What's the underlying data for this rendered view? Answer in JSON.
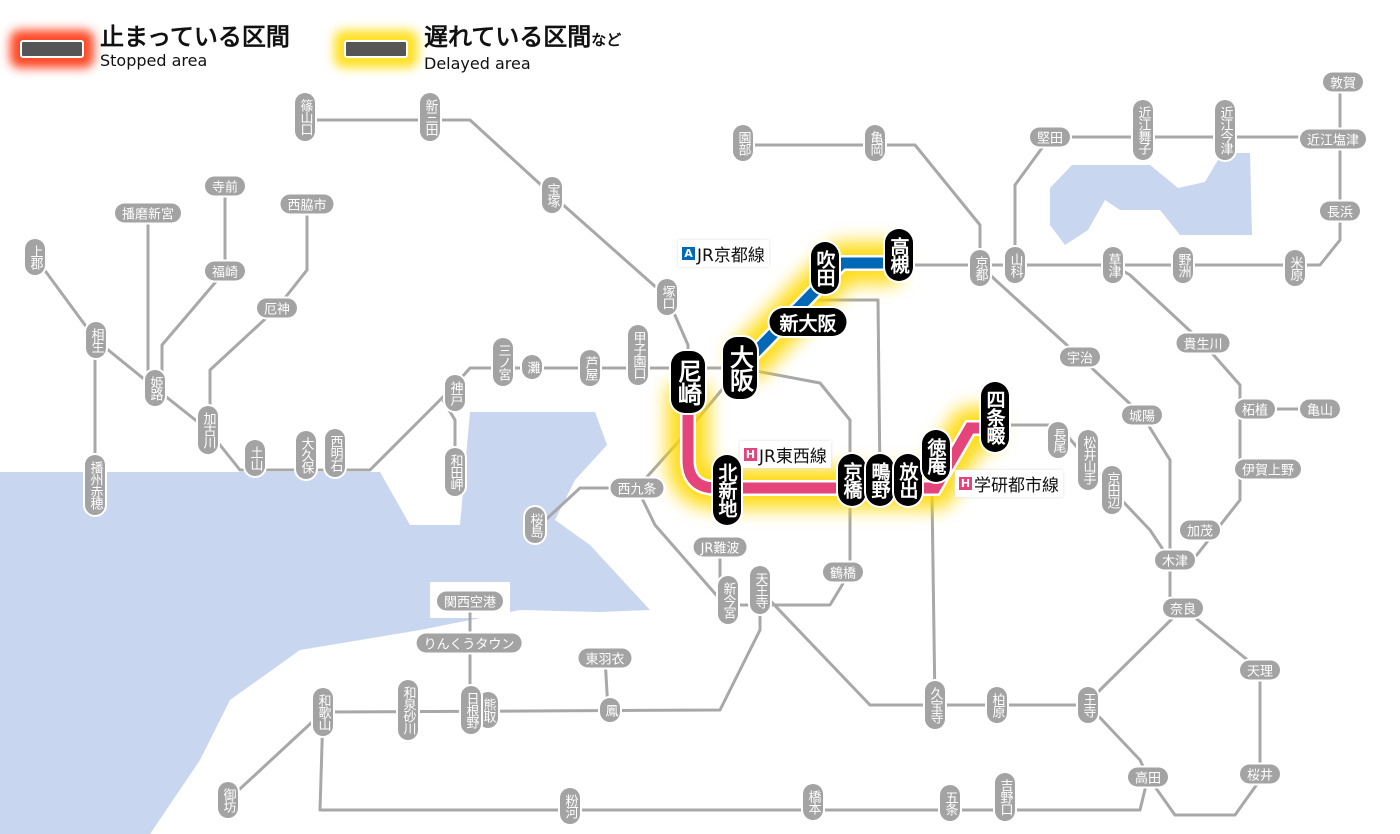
{
  "legend": {
    "stopped": {
      "jp": "止まっている区間",
      "en": "Stopped area",
      "color": "#ff2800"
    },
    "delayed": {
      "jp": "遅れている区間",
      "jp_suffix": "など",
      "en": "Delayed area",
      "color": "#ffdc00"
    }
  },
  "line_labels": [
    {
      "badge": "A",
      "name": "JR京都線",
      "color": "#0068b7"
    },
    {
      "badge": "H",
      "name": "JR東西線",
      "color": "#e4447a"
    },
    {
      "badge": "H",
      "name": "学研都市線",
      "color": "#e4447a"
    }
  ],
  "stations": [
    "篠山口",
    "新三田",
    "宝塚",
    "塚口",
    "甲子園口",
    "芦屋",
    "灘",
    "三ノ宮",
    "神戸",
    "和田岬",
    "西明石",
    "大久保",
    "土山",
    "加古川",
    "姫路",
    "相生",
    "上郡",
    "播州赤穂",
    "播磨新宮",
    "寺前",
    "福崎",
    "西脇市",
    "厄神",
    "園部",
    "亀岡",
    "京都",
    "山科",
    "堅田",
    "近江舞子",
    "近江今津",
    "近江塩津",
    "敦賀",
    "長浜",
    "米原",
    "野洲",
    "草津",
    "宇治",
    "城陽",
    "貴生川",
    "柘植",
    "亀山",
    "伊賀上野",
    "加茂",
    "木津",
    "奈良",
    "天理",
    "桜井",
    "高田",
    "王寺",
    "柏原",
    "久宝寺",
    "長尾",
    "松井山手",
    "京田辺",
    "西九条",
    "桜島",
    "JR難波",
    "新今宮",
    "天王寺",
    "鶴橋",
    "関西空港",
    "りんくうタウン",
    "東羽衣",
    "鳳",
    "熊取",
    "日根野",
    "和泉砂川",
    "和歌山",
    "御坊",
    "粉河",
    "橋本",
    "五条",
    "吉野口"
  ],
  "affected_stations": [
    "尼崎",
    "大阪",
    "北新地",
    "新大阪",
    "吹田",
    "高槻",
    "京橋",
    "鴫野",
    "放出",
    "徳庵",
    "四条畷"
  ],
  "colors": {
    "line_gray": "#a8a8a8",
    "water": "#c9d6f0",
    "kyoto_line": "#0068b7",
    "tozai_line": "#e4447a",
    "glow": "#ffd800"
  }
}
